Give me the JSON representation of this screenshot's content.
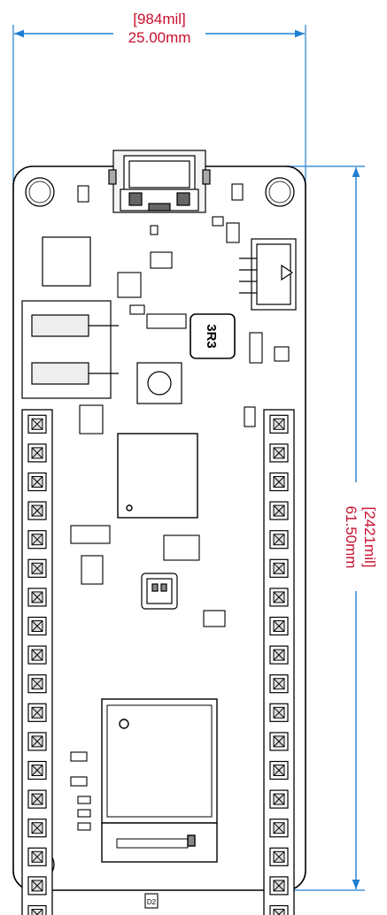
{
  "colors": {
    "dimension": "#1f7fd0",
    "dimension_text": "#c8102e",
    "outline": "#000000",
    "board_fill": "#ffffff",
    "pin_fill": "#dddddd"
  },
  "width_dimension": {
    "imperial": "[984mil]",
    "metric": "25.00mm"
  },
  "height_dimension": {
    "imperial": "[2421mil]",
    "metric": "61.50mm"
  },
  "board": {
    "inductor_label": "3R3",
    "silk_label": "D2",
    "header_left_pins": 18,
    "header_right_pins": 18
  }
}
